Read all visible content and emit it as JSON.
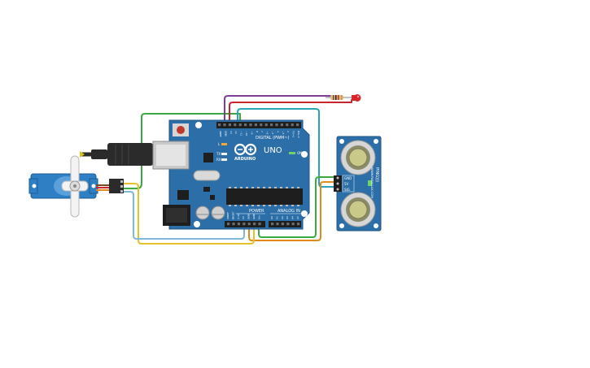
{
  "arduino": {
    "brand": "ARDUINO",
    "model": "UNO",
    "digital_label": "DIGITAL (PWM~)",
    "power_label": "POWER",
    "analog_label": "ANALOG IN",
    "tx_label": "TX",
    "rx_label": "RX",
    "on_label": "ON",
    "l_label": "L",
    "digital_pins": [
      "AREF",
      "GND",
      "13",
      "12",
      "~11",
      "~10",
      "~9",
      "8",
      "7",
      "~6",
      "~5",
      "4",
      "~3",
      "2",
      "TX→1",
      "RX←0"
    ],
    "power_pins": [
      "IOREF",
      "RESET",
      "3.3V",
      "5V",
      "GND",
      "GND",
      "Vin"
    ],
    "analog_pins": [
      "A0",
      "A1",
      "A2",
      "A3",
      "A4",
      "A5"
    ]
  },
  "ultrasonic": {
    "model": "PING))) ",
    "vendor": "WWW.PARALLAX.COM",
    "pins": [
      "GND",
      "5V",
      "SIG"
    ]
  },
  "colors": {
    "board": "#2b6ea8",
    "board_edge": "#1f5584",
    "wire_green": "#3aa843",
    "wire_purple": "#7b3f98",
    "wire_red": "#c8262c",
    "wire_teal": "#2aa3b5",
    "wire_orange": "#e08a1e",
    "wire_yellow": "#e6c229",
    "wire_lightblue": "#7fb9d9",
    "servo": "#2e7fc4",
    "led": "#d8262b"
  }
}
